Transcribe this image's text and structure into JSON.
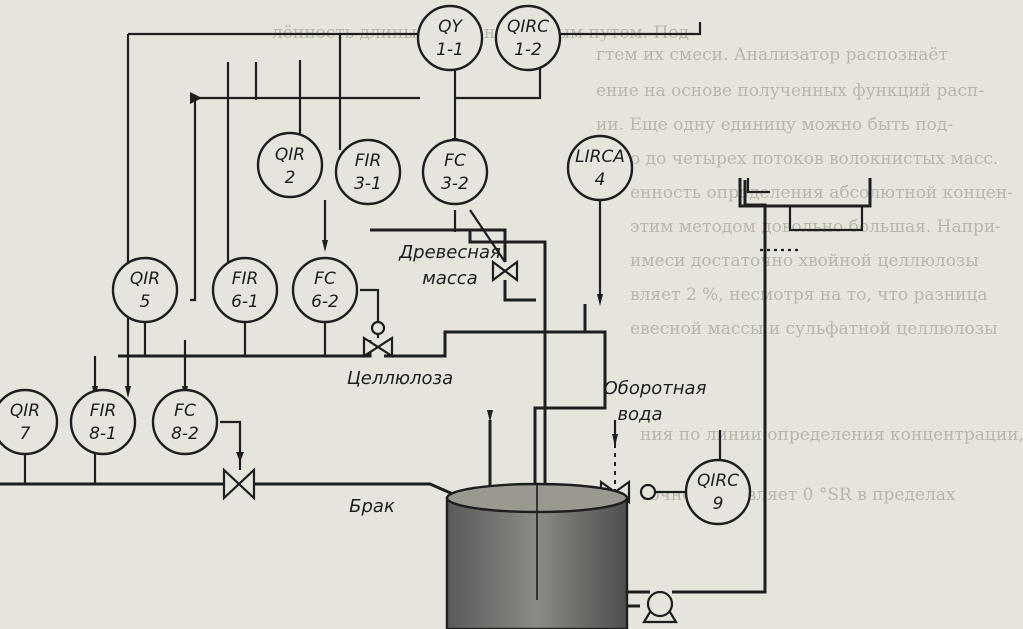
{
  "instruments": [
    {
      "id": "qy",
      "code": "QY",
      "number": "1-1"
    },
    {
      "id": "qirc",
      "code": "QIRC",
      "number": "1-2"
    },
    {
      "id": "qir2",
      "code": "QIR",
      "number": "2"
    },
    {
      "id": "fir31",
      "code": "FIR",
      "number": "3-1"
    },
    {
      "id": "fc32",
      "code": "FC",
      "number": "3-2"
    },
    {
      "id": "lirca",
      "code": "LIRCA",
      "number": "4"
    },
    {
      "id": "qir5",
      "code": "QIR",
      "number": "5"
    },
    {
      "id": "fir61",
      "code": "FIR",
      "number": "6-1"
    },
    {
      "id": "fc62",
      "code": "FC",
      "number": "6-2"
    },
    {
      "id": "qir7",
      "code": "QIR",
      "number": "7"
    },
    {
      "id": "fir81",
      "code": "FIR",
      "number": "8-1"
    },
    {
      "id": "fc82",
      "code": "FC",
      "number": "8-2"
    },
    {
      "id": "qirc9",
      "code": "QIRC",
      "number": "9"
    }
  ],
  "labels": {
    "wood_mass_1": "Древесная",
    "wood_mass_2": "масса",
    "cellulose": "Целлюлоза",
    "recycled_water_1": "Оборотная",
    "recycled_water_2": "вода",
    "broke": "Брак"
  },
  "background_text": [
    "лённость длины волокон опытным путем. Под-",
    "гтем их смеси. Анализатор распознаёт",
    "ение на основе полученных функций расп-",
    "ии. Еще одну единицу можно быть под-",
    "о до четырех потоков волокнистых масс.",
    "енность определения абсолютной концен-",
    "этим методом довольно большая. Напри-",
    "имеси достаточно хвойной целлюлозы",
    "вляет 2 %, несмотря на то, что разница",
    "евесной массы и сульфатной целлюлозы",
    "ния по линии определения концентрации,",
    "точно составляет 0 °SR в пределах"
  ],
  "colors": {
    "ink": "#1e1e1e",
    "paper": "#e6e4dc",
    "ghost_text": "#b9b6ac"
  }
}
